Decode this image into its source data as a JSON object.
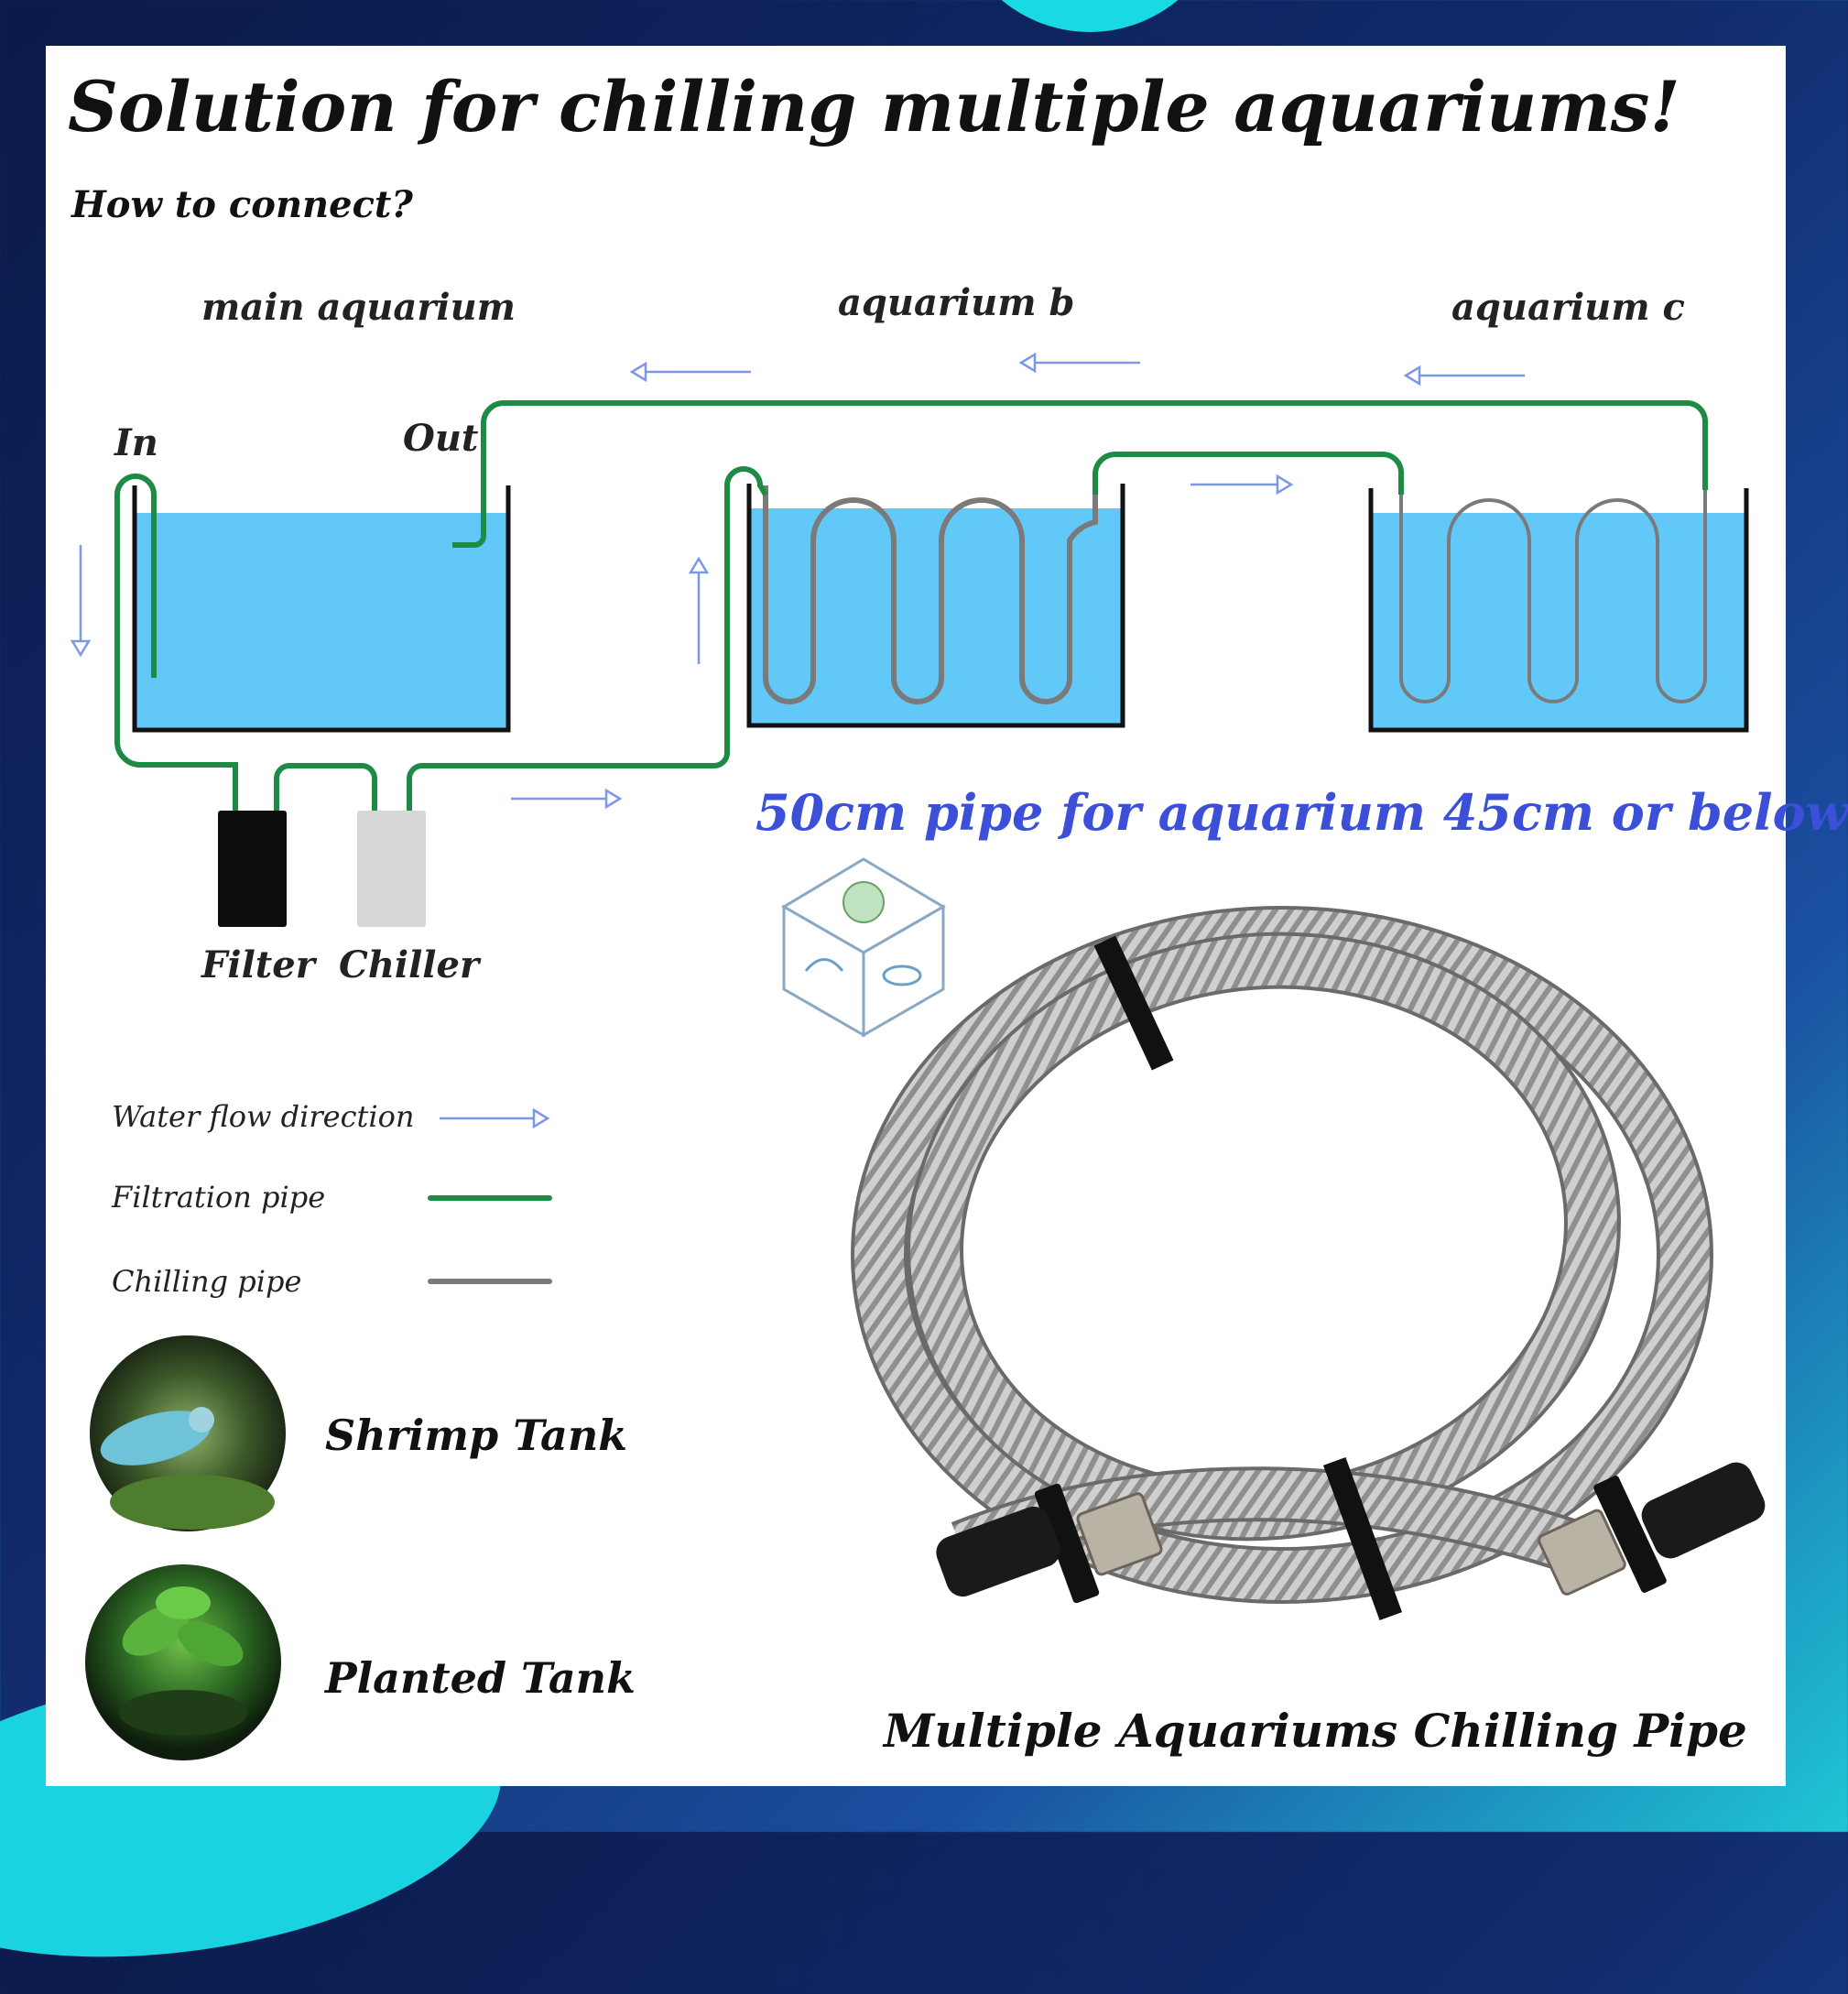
{
  "title": "Solution for chilling multiple aquariums!",
  "subtitle": "How to connect?",
  "tanks": {
    "main": "main aquarium",
    "b": "aquarium b",
    "c": "aquarium c"
  },
  "ports": {
    "in": "In",
    "out": "Out"
  },
  "devices": {
    "filter": "Filter",
    "chiller": "Chiller"
  },
  "legend": {
    "flow": "Water flow direction",
    "filtration": "Filtration pipe",
    "chilling": "Chilling pipe"
  },
  "note": "50cm pipe for aquarium 45cm or below",
  "examples": {
    "shrimp": "Shrimp Tank",
    "planted": "Planted Tank"
  },
  "product_caption": "Multiple Aquariums Chilling Pipe",
  "colors": {
    "water": "#62c8f7",
    "filtration_pipe": "#1d8a46",
    "chilling_pipe": "#7a7a7a",
    "flow_arrow": "#7c98e6",
    "note_text": "#3b4fd8",
    "filter": "#0d0d0d",
    "chiller": "#d6d8d8"
  }
}
